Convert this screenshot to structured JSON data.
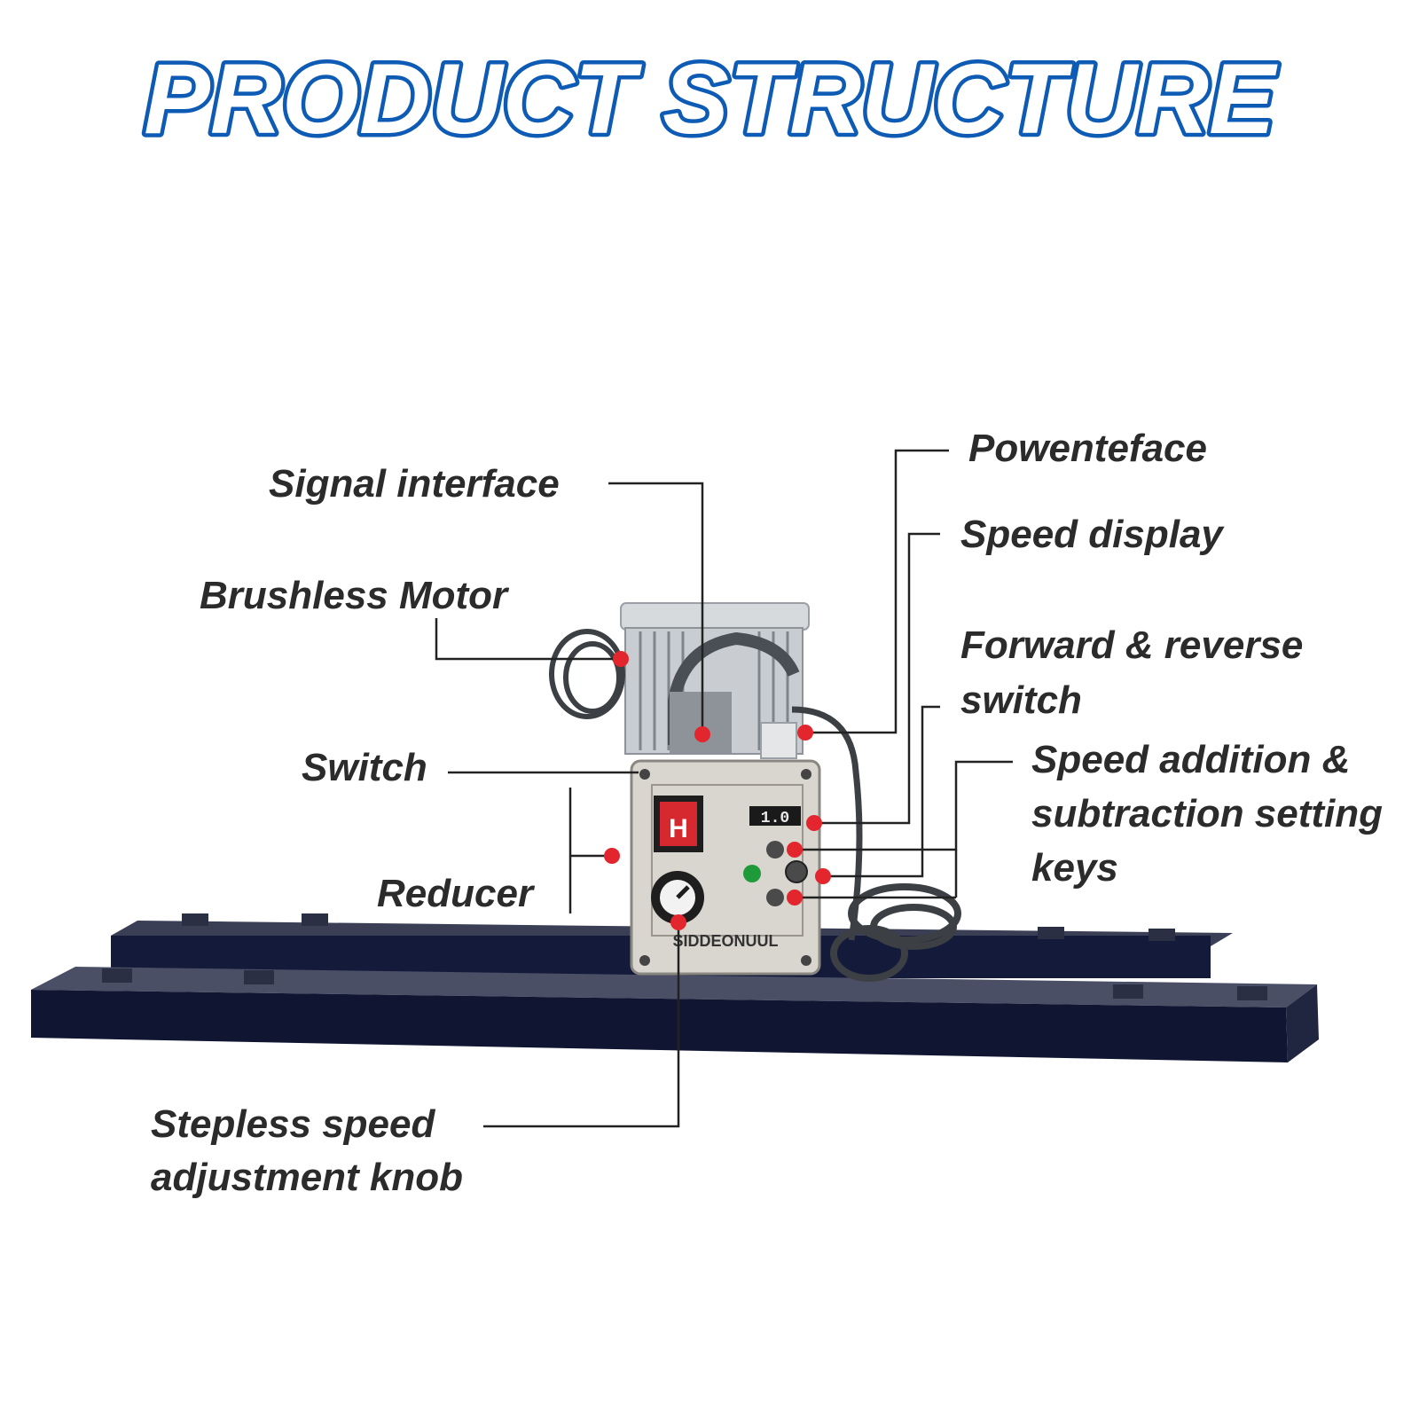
{
  "title": "PRODUCT STRUCTURE",
  "colors": {
    "title_fill": "#ffffff",
    "title_stroke": "#0d5bb5",
    "label_text": "#2b2b2b",
    "leader_line": "#222222",
    "marker_dot": "#e3262d",
    "frame_dark": "#141a3a",
    "panel_body": "#d9d6cf",
    "motor_body": "#c9cdd1"
  },
  "labels": {
    "signal_interface": "Signal interface",
    "brushless_motor": "Brushless Motor",
    "switch": "Switch",
    "reducer": "Reducer",
    "stepless_line1": "Stepless speed",
    "stepless_line2": "adjustment knob",
    "power_interface": "Powenteface",
    "speed_display": "Speed display",
    "fwd_rev_line1": "Forward & reverse",
    "fwd_rev_line2": "switch",
    "speed_keys_line1": "Speed addition &",
    "speed_keys_line2": "subtraction setting",
    "speed_keys_line3": "keys"
  },
  "device": {
    "display_readout": "1.0",
    "panel_brand": "SIDDEONUUL"
  }
}
